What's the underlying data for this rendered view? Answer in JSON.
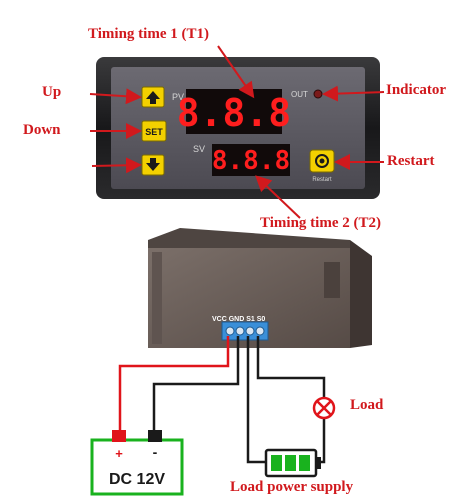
{
  "callouts": {
    "timing1": "Timing time 1 (T1)",
    "up": "Up",
    "down": "Down",
    "indicator": "Indicator",
    "restart": "Restart",
    "timing2": "Timing time 2 (T2)",
    "load": "Load",
    "load_supply": "Load power supply"
  },
  "panel": {
    "pv_label": "PV",
    "sv_label": "SV",
    "out_label": "OUT",
    "pv_display": "8.8.8",
    "sv_display": "8.8.8",
    "set_button": "SET",
    "restart_small": "Restart"
  },
  "terminals": {
    "label": "VCC GND S1 S0"
  },
  "power": {
    "label": "DC 12V",
    "plus": "+",
    "minus": "-"
  },
  "colors": {
    "callout_red": "#d1191d",
    "panel_bg": "#5a5860",
    "bezel": "#1c1c1e",
    "button_yellow": "#f3d000",
    "segment_red": "#ff1e1e",
    "battery_green": "#19b21e",
    "wire_red": "#e0141a",
    "module_brown": "#6e625c",
    "terminal_blue": "#3a8fd8"
  },
  "icons": [
    "up-arrow-icon",
    "down-arrow-icon",
    "restart-icon",
    "load-x-icon",
    "battery-icon"
  ]
}
